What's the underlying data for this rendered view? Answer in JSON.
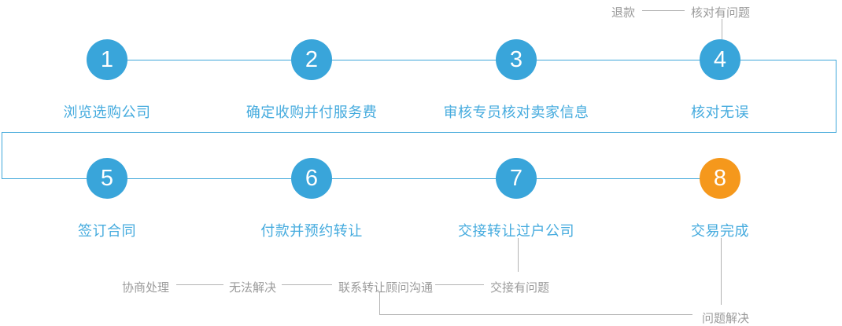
{
  "steps": [
    {
      "number": "1",
      "label": "浏览选购公司"
    },
    {
      "number": "2",
      "label": "确定收购并付服务费"
    },
    {
      "number": "3",
      "label": "审核专员核对卖家信息"
    },
    {
      "number": "4",
      "label": "核对无误"
    },
    {
      "number": "5",
      "label": "签订合同"
    },
    {
      "number": "6",
      "label": "付款并预约转让"
    },
    {
      "number": "7",
      "label": "交接转让过户公司"
    },
    {
      "number": "8",
      "label": "交易完成"
    }
  ],
  "annotations": {
    "refund": "退款",
    "check_problem": "核对有问题",
    "negotiate": "协商处理",
    "unresolvable": "无法解决",
    "contact_advisor": "联系转让顾问沟通",
    "handover_problem": "交接有问题",
    "problem_solved": "问题解决"
  },
  "colors": {
    "step_circle_blue": "#39a5da",
    "step_circle_orange": "#f5981c",
    "connector_blue": "#3fa7da",
    "label_blue": "#45abde",
    "annotation_gray_text": "#9b9b9b",
    "annotation_gray_line": "#b3b3b3"
  }
}
